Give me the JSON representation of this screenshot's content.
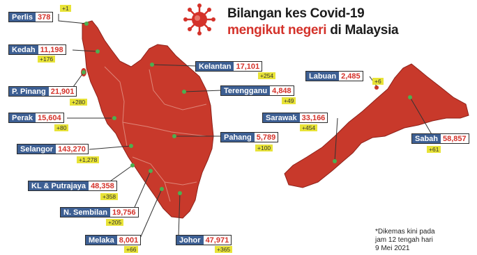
{
  "title": {
    "line1": "Bilangan kes Covid-19",
    "line2_highlight": "mengikut negeri",
    "line2_rest": " di Malaysia"
  },
  "note": {
    "line1": "*Dikemas kini pada",
    "line2": "jam 12 tengah hari",
    "line3": "9 Mei 2021"
  },
  "colors": {
    "map_fill": "#c8392b",
    "label_bg": "#3d5f93",
    "value_text": "#d4322a",
    "delta_bg": "#e8e337",
    "marker": "#4caf50"
  },
  "icons": [
    "virus-icon",
    "state-marker-icon"
  ],
  "states": [
    {
      "name": "Perlis",
      "cases": "378",
      "new": "+1"
    },
    {
      "name": "Kedah",
      "cases": "11,198",
      "new": "+176"
    },
    {
      "name": "P. Pinang",
      "cases": "21,901",
      "new": "+280"
    },
    {
      "name": "Perak",
      "cases": "15,604",
      "new": "+80"
    },
    {
      "name": "Selangor",
      "cases": "143,270",
      "new": "+1,278"
    },
    {
      "name": "KL & Putrajaya",
      "cases": "48,358",
      "new": "+358"
    },
    {
      "name": "N. Sembilan",
      "cases": "19,756",
      "new": "+205"
    },
    {
      "name": "Melaka",
      "cases": "8,001",
      "new": "+66"
    },
    {
      "name": "Johor",
      "cases": "47,971",
      "new": "+365"
    },
    {
      "name": "Kelantan",
      "cases": "17,101",
      "new": "+254"
    },
    {
      "name": "Terengganu",
      "cases": "4,848",
      "new": "+49"
    },
    {
      "name": "Pahang",
      "cases": "5,789",
      "new": "+100"
    },
    {
      "name": "Labuan",
      "cases": "2,485",
      "new": "+6"
    },
    {
      "name": "Sarawak",
      "cases": "33,166",
      "new": "+454"
    },
    {
      "name": "Sabah",
      "cases": "58,857",
      "new": "+61"
    }
  ]
}
